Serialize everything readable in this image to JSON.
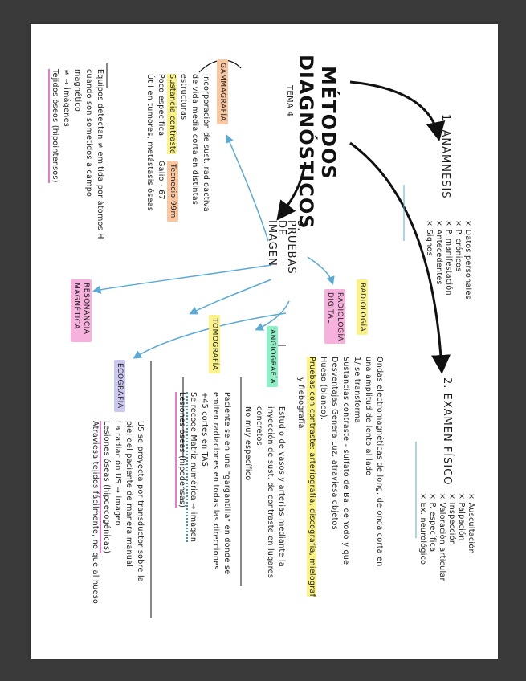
{
  "title": {
    "line1": "MÉTODOS",
    "line2": "DIAGNÓSTICOS",
    "subtitle": "TEMA 4"
  },
  "sections": {
    "anamnesis": {
      "label": "1. ANAMNESIS",
      "items": [
        "× Datos personales",
        "× P. crónicos",
        "× P. manifestación",
        "× Antecedentes",
        "× Signos"
      ]
    },
    "examen": {
      "label": "2. EXAMEN FÍSICO",
      "items": [
        "× Auscultación",
        "× Palpación",
        "× Inspección",
        "× Valoración articular",
        "× P. específica",
        "× Ex. neurológico"
      ]
    },
    "pruebas": {
      "label": "3. PRUEBAS DE IMAGEN"
    }
  },
  "radiologia": {
    "tag": "RADIOLOGÍA",
    "tag2": "RADIOLOGÍA DIGITAL",
    "lines": [
      "Ondas electromagnéticas de long. de onda corta en",
      "una amplitud de lento al lado",
      "1/ se transforma",
      "Sustancias contraste - sulfato de Ba, de Yodo y que",
      "Desventajas  Genera Luz, atraviesa objetos",
      "Hueso (blanco).",
      "Pruebas con contraste: arteriografía, discografía, mielograf",
      "y flebografía."
    ]
  },
  "angiografia": {
    "tag": "ANGIOGRAFÍA",
    "lines": [
      "Estudio de vasos y arterias mediante la",
      "inyección de sust. de contraste en lugares",
      "concretos",
      "No muy específico"
    ]
  },
  "tomografia": {
    "tag": "TOMOGRAFÍA",
    "lines": [
      "Paciente se en una \"gargantilla\" en donde se",
      "emiten radiaciones en todas las direcciones",
      "+45 cortes en TAS",
      "Se recoge Matriz numérica → imagen",
      "Lesiones óseas (hipodensas)"
    ]
  },
  "ecografia": {
    "tag": "ECOGRAFÍA",
    "lines": [
      "US se proyecta por transductor sobre la",
      "piel del paciente de manera manual",
      "La radiación US → imagen",
      "Lesiones óseas (hipoecogénicas)",
      "Atraviesa tejidos fácilmente, no que al hueso"
    ]
  },
  "gammagrafia": {
    "tag": "GAMMAGRAFÍA",
    "lines": [
      "Incorporación de sust. radioactiva",
      "de vida media corta en distintas",
      "estructuras",
      "Sustancia contraste",
      "Poco específica",
      "Útil en tumores, metástasis óseas"
    ],
    "tecnecio": "Tecnecio 99m",
    "galio": "Galio - 67"
  },
  "resonancia": {
    "tag": "RESONANCIA MAGNÉTICA",
    "lines": [
      "Equipos detectan ≠ emitida por átomos H",
      "cuando son sometidos a campo",
      "magnético",
      "≠ → imágenes",
      "Tejidos óseos (hipointensos)"
    ]
  },
  "colors": {
    "orange": "#f8c6a0",
    "yellow": "#fbf38a",
    "pink": "#f6b1dd",
    "purple": "#cbc7ee",
    "green": "#8ef0c6",
    "arrow": "#5aa9d6"
  }
}
